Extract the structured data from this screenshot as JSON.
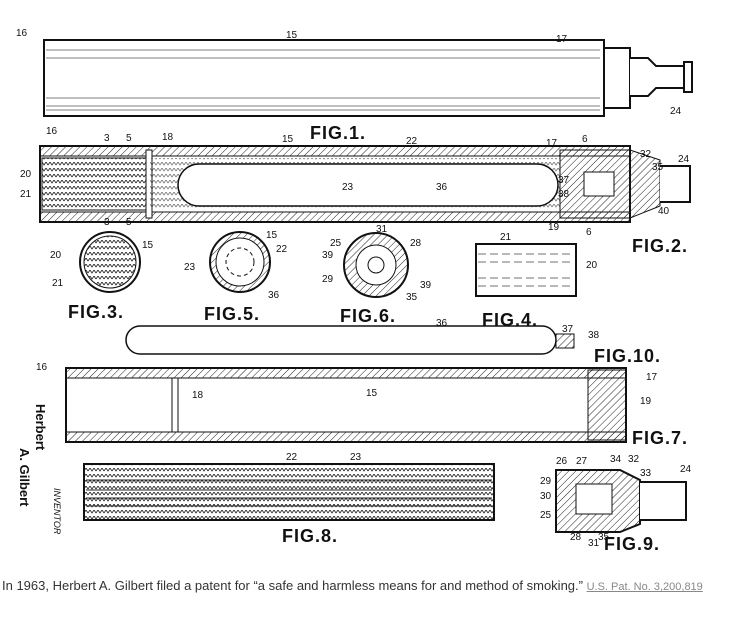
{
  "figure": {
    "fig_labels": {
      "fig1": "FIG.1.",
      "fig2": "FIG.2.",
      "fig3": "FIG.3.",
      "fig4": "FIG.4.",
      "fig5": "FIG.5.",
      "fig6": "FIG.6.",
      "fig7": "FIG.7.",
      "fig8": "FIG.8.",
      "fig9": "FIG.9.",
      "fig10": "FIG.10."
    },
    "ref": {
      "r16": "16",
      "r15": "15",
      "r17": "17",
      "r24": "24",
      "r18": "18",
      "r22": "22",
      "r6": "6",
      "r32": "32",
      "r35": "35",
      "r20": "20",
      "r21": "21",
      "r23": "23",
      "r36": "36",
      "r37": "37",
      "r38": "38",
      "r40": "40",
      "r19": "19",
      "r3": "3",
      "r5": "5",
      "r25": "25",
      "r31": "31",
      "r28": "28",
      "r39": "39",
      "r29": "29",
      "r26": "26",
      "r27": "27",
      "r34": "34",
      "r33": "33",
      "r30": "30"
    },
    "inventor_name_1": "Herbert",
    "inventor_name_2": "A. Gilbert",
    "inventor_label": "INVENTOR"
  },
  "caption": {
    "text": "In 1963, Herbert A. Gilbert filed a patent for “a safe and harmless means for and method of smoking.”",
    "link": "U.S. Pat. No. 3,200,819"
  }
}
